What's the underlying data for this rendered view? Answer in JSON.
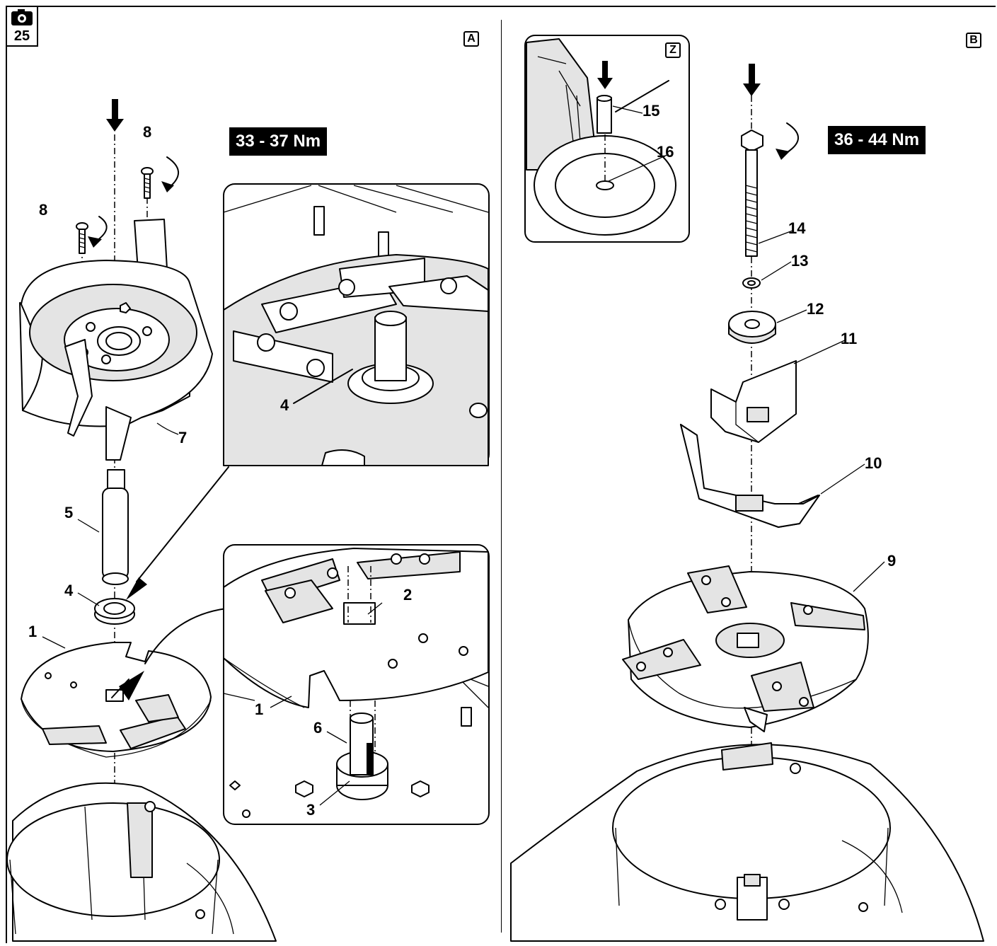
{
  "figure": {
    "icon": "camera-icon",
    "number": "25"
  },
  "panel_a": {
    "letter": "A",
    "torque": "33 - 37 Nm",
    "callouts": {
      "c8a": "8",
      "c8b": "8",
      "c7": "7",
      "c5": "5",
      "c4a": "4",
      "c4b": "4",
      "c1a": "1",
      "c1b": "1",
      "c2": "2",
      "c6": "6",
      "c3": "3"
    }
  },
  "panel_b": {
    "letter": "B",
    "inset_letter": "Z",
    "torque": "36 - 44 Nm",
    "callouts": {
      "c14": "14",
      "c13": "13",
      "c12": "12",
      "c11": "11",
      "c10": "10",
      "c9": "9",
      "c15": "15",
      "c16": "16"
    }
  }
}
